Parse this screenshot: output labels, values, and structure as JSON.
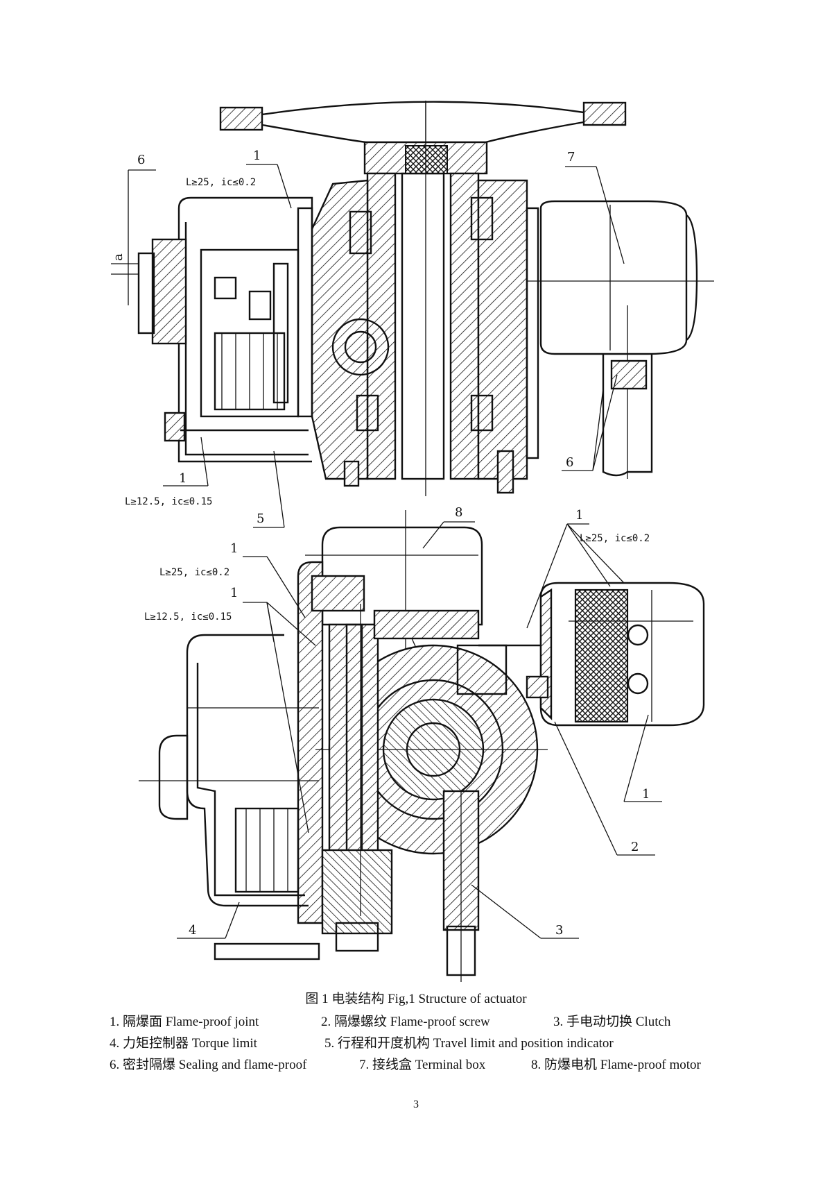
{
  "figure": {
    "caption": "图 1  电装结构    Fig,1 Structure of actuator",
    "legend_rows": [
      [
        {
          "text": "1. 隔爆面  Flame-proof joint"
        },
        {
          "text": "2.   隔爆螺纹  Flame-proof screw"
        },
        {
          "text": "3. 手电动切换    Clutch"
        }
      ],
      [
        {
          "text": "4. 力矩控制器  Torque limit"
        },
        {
          "text": "5. 行程和开度机构  Travel limit and position indicator"
        }
      ],
      [
        {
          "text": "6. 密封隔爆  Sealing and flame-proof"
        },
        {
          "text": "7. 接线盒  Terminal box"
        },
        {
          "text": "8. 防爆电机  Flame-proof motor"
        }
      ]
    ],
    "page_number": "3"
  },
  "callouts": {
    "top_6_left": "6",
    "top_1_top": "1",
    "top_7": "7",
    "top_1_bottom": "1",
    "top_5": "5",
    "top_6_right": "6",
    "top_a": "a",
    "bot_8": "8",
    "bot_1_right": "1",
    "bot_1_a": "1",
    "bot_1_b": "1",
    "bot_1_lower_right": "1",
    "bot_2": "2",
    "bot_3": "3",
    "bot_4": "4"
  },
  "specs": {
    "top_spec_1": "L≥25, ic≤0.2",
    "top_spec_2": "L≥12.5, ic≤0.15",
    "bot_spec_right": "L≥25, ic≤0.2",
    "bot_spec_1": "L≥25, ic≤0.2",
    "bot_spec_2": "L≥12.5, ic≤0.15"
  }
}
